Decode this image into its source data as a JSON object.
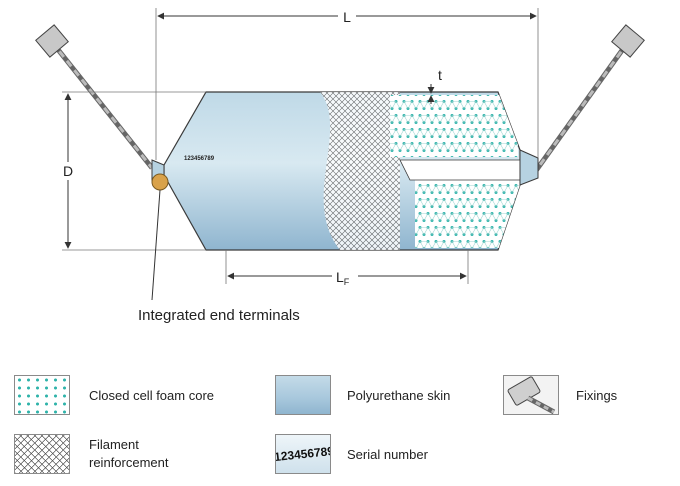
{
  "diagram": {
    "dim_length": "L",
    "dim_diameter": "D",
    "dim_thickness": "t",
    "dim_fabric_length_main": "L",
    "dim_fabric_length_sub": "F",
    "serial_stamp": "123456789",
    "callout_label": "Integrated end terminals"
  },
  "legend": {
    "foam_core": "Closed cell foam core",
    "pu_skin": "Polyurethane skin",
    "fixings": "Fixings",
    "filament_line1": "Filament",
    "filament_line2": "reinforcement",
    "serial_label": "Serial number",
    "serial_swatch_text": "123456789"
  },
  "colors": {
    "skin_light": "#cfe4ee",
    "skin_dark": "#93b9d2",
    "foam_dots": "#2fb3aa",
    "outline": "#3a3a3a",
    "terminal": "#d9a24a"
  }
}
